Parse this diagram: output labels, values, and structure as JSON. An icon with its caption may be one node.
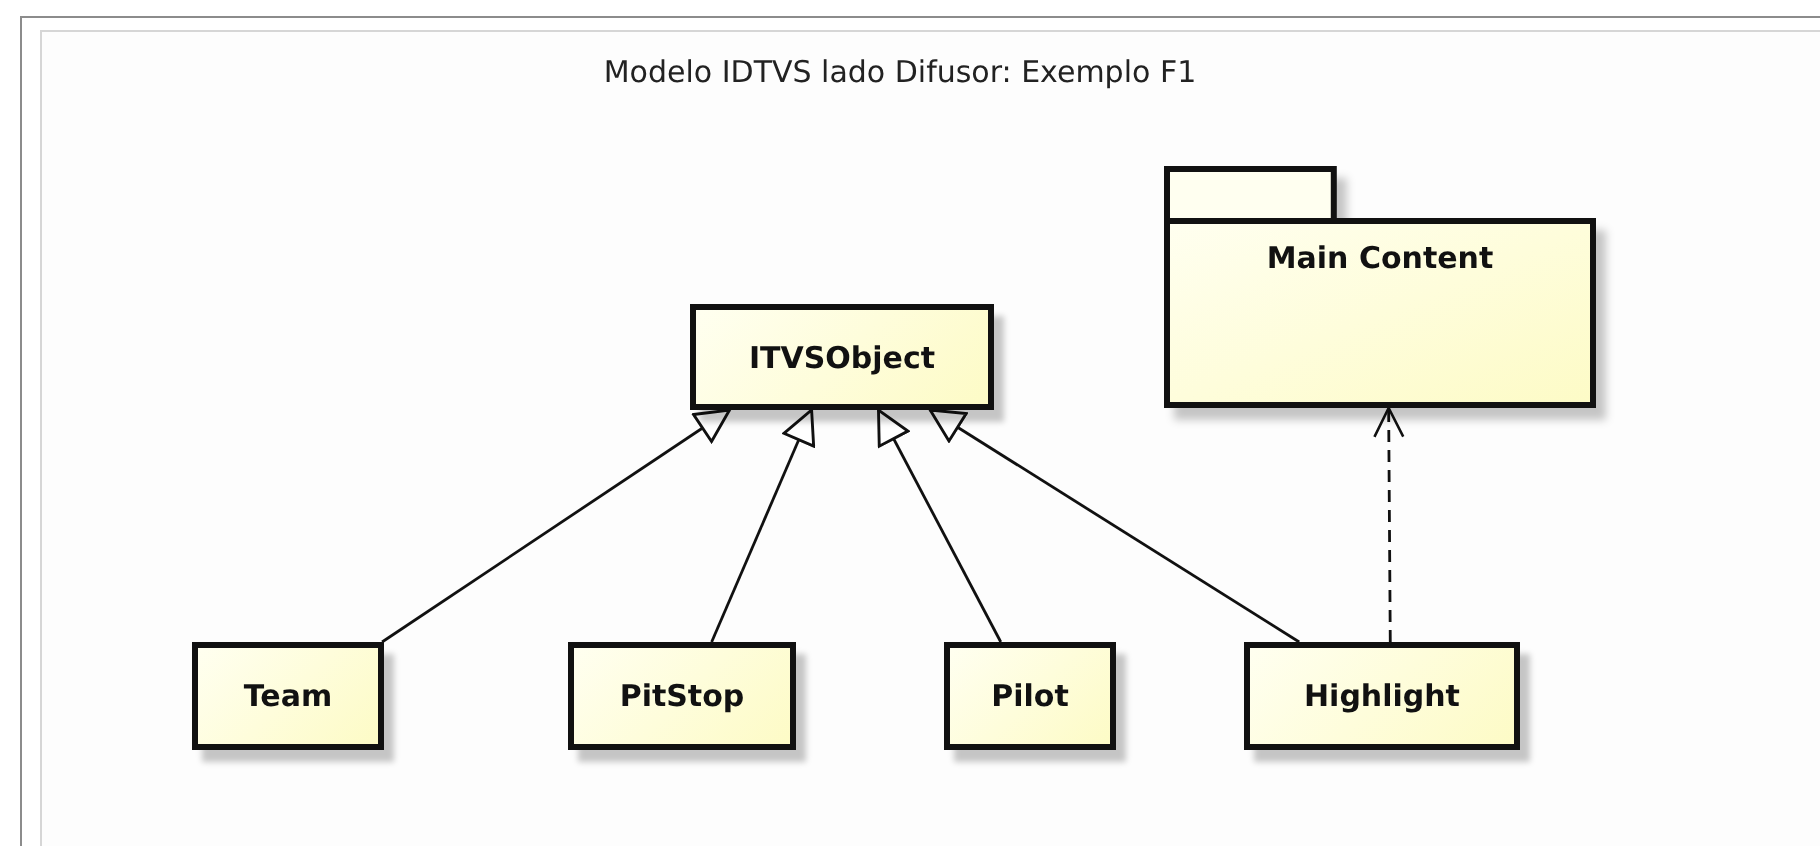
{
  "diagram": {
    "title": "Modelo IDTVS lado Difusor: Exemplo F1",
    "nodes": [
      {
        "text": [
          "ITVSObject"
        ]
      },
      {
        "text": [
          "Main Content"
        ]
      },
      {
        "text": [
          "Team"
        ]
      },
      {
        "text": [
          "PitStop"
        ]
      },
      {
        "text": [
          "Pilot"
        ]
      },
      {
        "text": [
          "Highlight"
        ]
      }
    ],
    "edges": [
      {
        "from": 2,
        "to": 0,
        "arrow": "to"
      },
      {
        "from": 3,
        "to": 0,
        "arrow": "to"
      },
      {
        "from": 4,
        "to": 0,
        "arrow": "to"
      },
      {
        "from": 5,
        "to": 0,
        "arrow": "to"
      },
      {
        "from": 5,
        "to": 1,
        "arrow": "to",
        "style": "dashed"
      }
    ]
  }
}
